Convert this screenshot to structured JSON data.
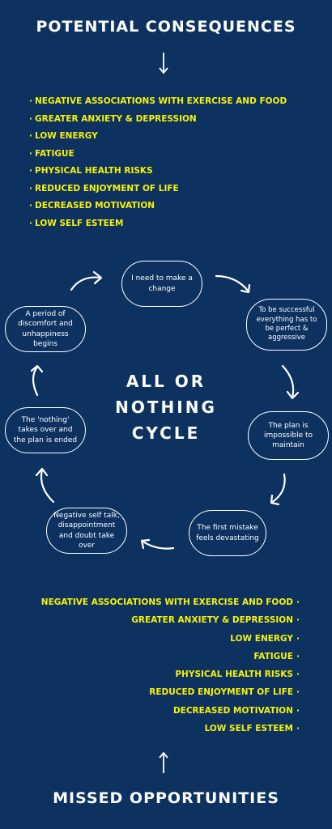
{
  "top_heading": "POTENTIAL CONSEQUENCES",
  "top_list": [
    "NEGATIVE ASSOCIATIONS WITH EXERCISE AND FOOD",
    "GREATER ANXIETY & DEPRESSION",
    "LOW ENERGY",
    "FATIGUE",
    "PHYSICAL HEALTH RISKS",
    "REDUCED ENJOYMENT OF LIFE",
    "DECREASED MOTIVATION",
    "LOW SELF ESTEEM"
  ],
  "cycle": {
    "title_line1": "ALL OR",
    "title_line2": "NOTHING",
    "title_line3": "CYCLE",
    "steps": [
      "I need to make a change",
      "To be successful everything has to be perfect & aggressive",
      "The plan is impossible to maintain",
      "The first mistake feels devastating",
      "Negative self talk, disappointment and doubt take over",
      "The 'nothing' takes over and the plan is ended",
      "A period of discomfort and unhappiness begins"
    ]
  },
  "bottom_list": [
    "NEGATIVE ASSOCIATIONS WITH EXERCISE AND FOOD",
    "GREATER ANXIETY & DEPRESSION",
    "LOW ENERGY",
    "FATIGUE",
    "PHYSICAL HEALTH RISKS",
    "REDUCED ENJOYMENT OF LIFE",
    "DECREASED MOTIVATION",
    "LOW SELF ESTEEM"
  ],
  "bottom_heading": "MISSED OPPORTUNITIES",
  "bullet_glyph": "·",
  "colors": {
    "background": "#0d3260",
    "highlight": "#f6f20a",
    "text": "#ffffff"
  },
  "icons": {
    "down_arrow": "arrow-down-icon",
    "up_arrow": "arrow-up-icon",
    "cycle_arrow": "curved-arrow-icon"
  }
}
